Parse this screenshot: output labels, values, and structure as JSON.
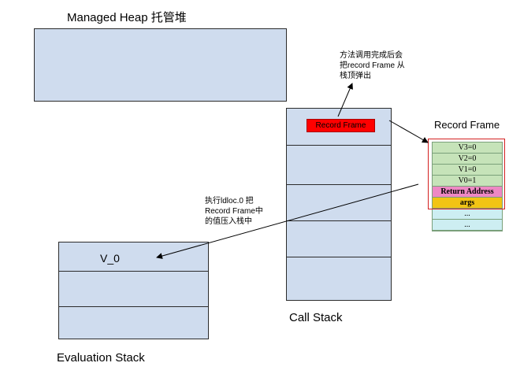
{
  "managed_heap": {
    "title": "Managed Heap 托管堆"
  },
  "call_stack": {
    "title": "Call Stack",
    "top_frame_label": "Record Frame"
  },
  "evaluation_stack": {
    "title": "Evaluation Stack",
    "top_value": "V_0"
  },
  "record_frame": {
    "title": "Record Frame",
    "rows": [
      {
        "text": "V3=0",
        "color": "#c6e3b9"
      },
      {
        "text": "V2=0",
        "color": "#c6e3b9"
      },
      {
        "text": "V1=0",
        "color": "#c6e3b9"
      },
      {
        "text": "V0=1",
        "color": "#c6e3b9"
      },
      {
        "text": "Return Address",
        "color": "#ee88c4"
      },
      {
        "text": "args",
        "color": "#f2c414"
      },
      {
        "text": "...",
        "color": "#cdeef2"
      },
      {
        "text": "...",
        "color": "#cdeef2"
      }
    ]
  },
  "notes": {
    "pop_note": "方法调用完成后会\n把record Frame 从\n栈顶弹出",
    "ldloc_note": "执行ldloc.0 把\nRecord Frame中\n的值压入栈中"
  },
  "colors": {
    "block_fill": "#cfdcee",
    "frame_red": "#ff0000",
    "highlight_border": "#d42020"
  }
}
